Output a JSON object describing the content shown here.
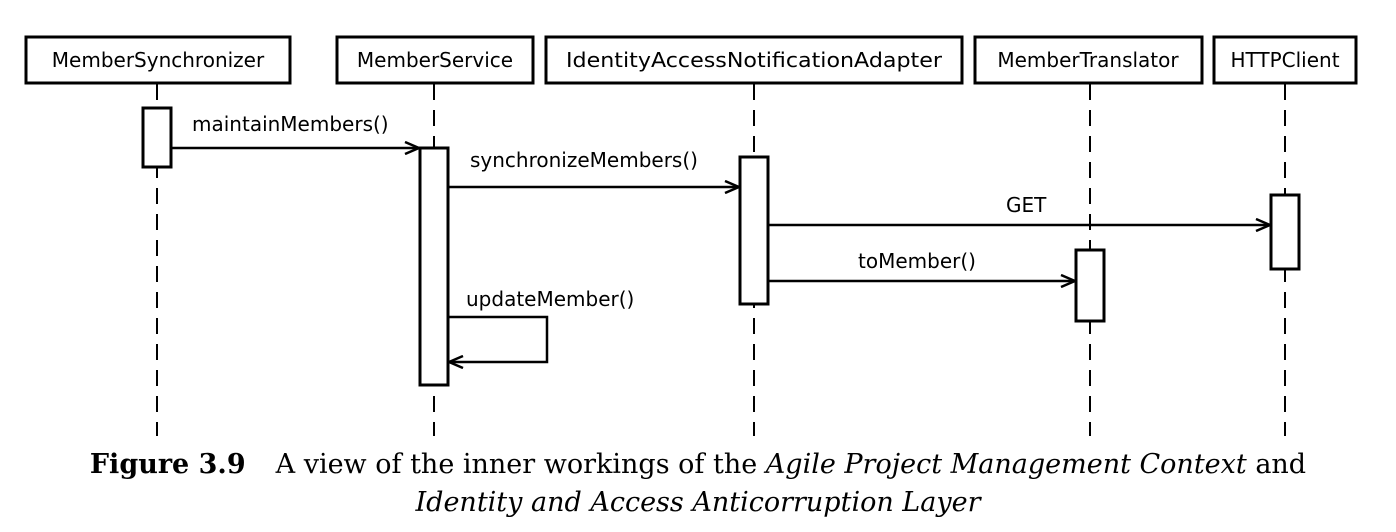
{
  "participants": [
    {
      "id": "p0",
      "label": "MemberSynchronizer"
    },
    {
      "id": "p1",
      "label": "MemberService"
    },
    {
      "id": "p2",
      "label": "IdentityAccessNotificationAdapter"
    },
    {
      "id": "p3",
      "label": "MemberTranslator"
    },
    {
      "id": "p4",
      "label": "HTTPClient"
    }
  ],
  "messages": [
    {
      "id": "m0",
      "from": "MemberSynchronizer",
      "to": "MemberService",
      "label": "maintainMembers()"
    },
    {
      "id": "m1",
      "from": "MemberService",
      "to": "IdentityAccessNotificationAdapter",
      "label": "synchronizeMembers()"
    },
    {
      "id": "m2",
      "from": "IdentityAccessNotificationAdapter",
      "to": "HTTPClient",
      "label": "GET"
    },
    {
      "id": "m3",
      "from": "IdentityAccessNotificationAdapter",
      "to": "MemberTranslator",
      "label": "toMember()"
    },
    {
      "id": "m4",
      "from": "MemberService",
      "to": "MemberService",
      "label": "updateMember()"
    }
  ],
  "caption": {
    "label": "Figure 3.9",
    "text_before": "A view of the inner workings of the ",
    "italic_1": "Agile Project Management Context",
    "text_middle": " and",
    "italic_2": "Identity and Access Anticorruption Layer"
  }
}
